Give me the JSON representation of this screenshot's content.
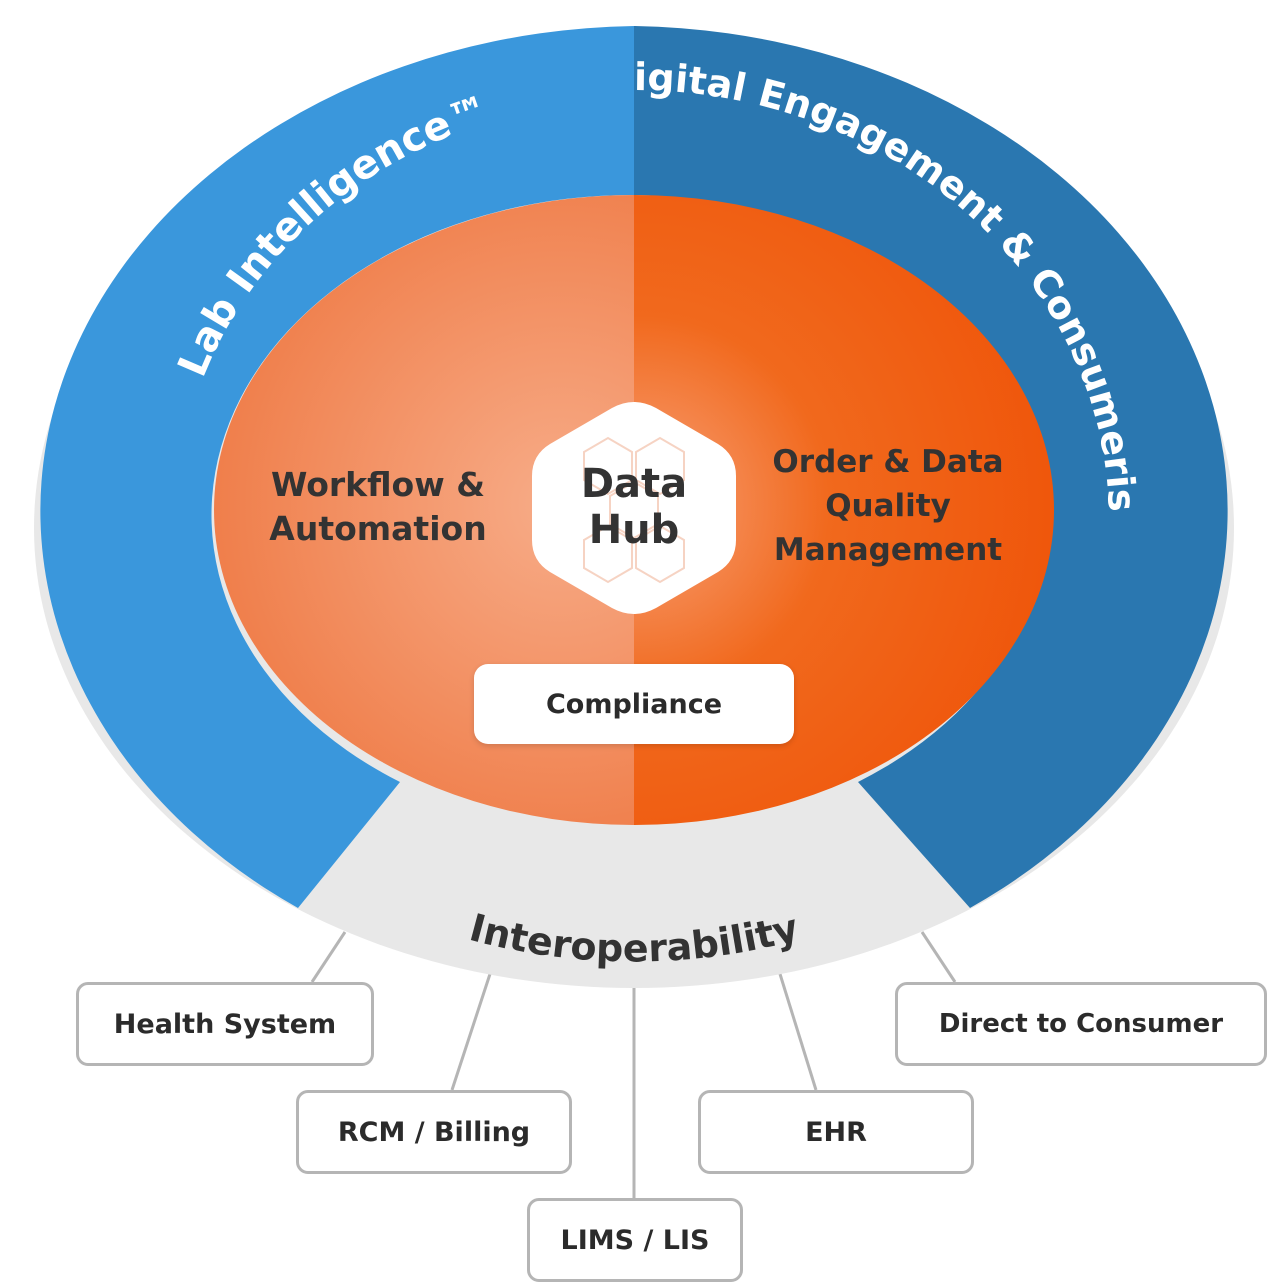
{
  "diagram": {
    "outer_ring": {
      "left_label": "Lab Intelligence™",
      "right_label": "Digital Engagement & Consumerism",
      "bottom_label": "Interoperability"
    },
    "inner": {
      "left_label_line1": "Workflow &",
      "left_label_line2": "Automation",
      "right_label_line1": "Order & Data",
      "right_label_line2": "Quality",
      "right_label_line3": "Management",
      "hub_line1": "Data",
      "hub_line2": "Hub",
      "compliance": "Compliance"
    },
    "endpoints": [
      "Health System",
      "RCM / Billing",
      "LIMS / LIS",
      "EHR",
      "Direct to Consumer"
    ]
  },
  "colors": {
    "blue_light": "#3a97dc",
    "blue_dark": "#2a77b0",
    "orange_light": "#f5a17a",
    "orange_dark": "#f0570c",
    "gray_ring": "#e8e8e8",
    "connector": "#b5b5b5",
    "text_dark": "#2b2b2b"
  }
}
